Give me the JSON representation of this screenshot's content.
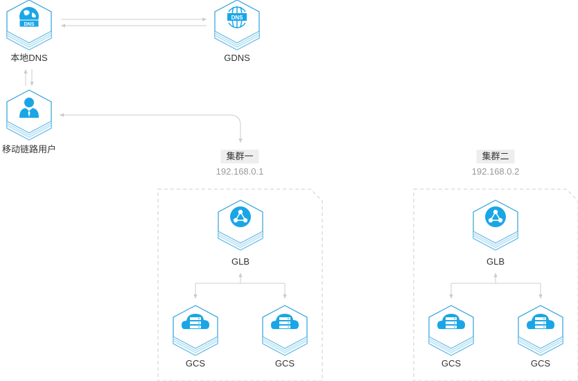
{
  "nodes": {
    "local_dns": {
      "label": "本地DNS",
      "badge": "DNS",
      "icon": "globe-dns-icon"
    },
    "gdns": {
      "label": "GDNS",
      "badge": "DNS",
      "icon": "dns-globe-icon"
    },
    "mobile_user": {
      "label": "移动链路用户",
      "icon": "user-icon"
    }
  },
  "clusters": [
    {
      "name": "集群一",
      "ip": "192.168.0.1",
      "glb": {
        "label": "GLB",
        "icon": "network-share-icon"
      },
      "gcs": [
        {
          "label": "GCS",
          "icon": "cloud-server-icon"
        },
        {
          "label": "GCS",
          "icon": "cloud-server-icon"
        }
      ]
    },
    {
      "name": "集群二",
      "ip": "192.168.0.2",
      "glb": {
        "label": "GLB",
        "icon": "network-share-icon"
      },
      "gcs": [
        {
          "label": "GCS",
          "icon": "cloud-server-icon"
        },
        {
          "label": "GCS",
          "icon": "cloud-server-icon"
        }
      ]
    }
  ],
  "colors": {
    "accent": "#1aa6e6",
    "cube_border": "#2d9fd9",
    "cube_face": "#e9f7fd",
    "connector": "#cccccc",
    "cluster_border": "#cccccc",
    "tag_bg": "#eeeeee"
  }
}
